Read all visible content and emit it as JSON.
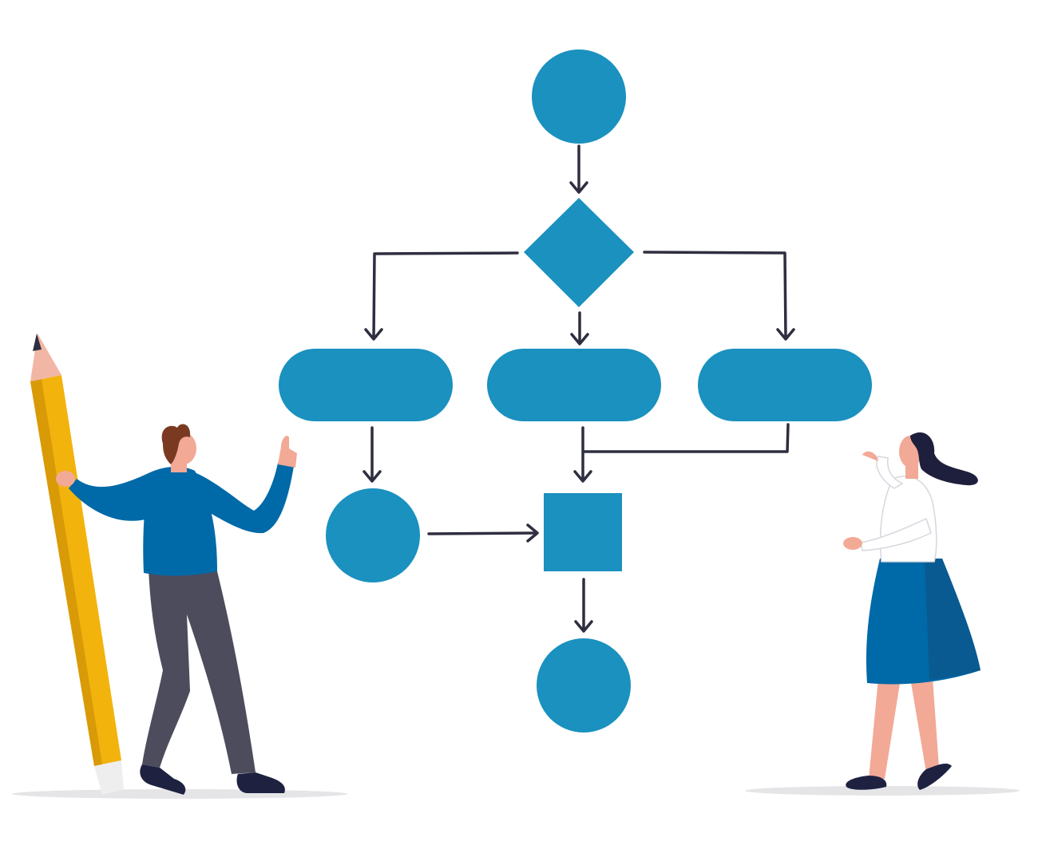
{
  "colors": {
    "node": "#1a91bf",
    "edge": "#2e2e40",
    "shadow": "#e5e5e8",
    "pencil_body": "#f2b30c",
    "pencil_shade": "#d99a08",
    "pencil_wood": "#f2b6a4",
    "pencil_lead": "#2e2e40",
    "pencil_eraser": "#eeeeee",
    "skin": "#f2a996",
    "man_hair": "#7a3a22",
    "man_shirt": "#0069a8",
    "man_pants": "#4d4c5c",
    "shoes": "#1e2240",
    "woman_hair": "#1e1f3d",
    "woman_blouse": "#ffffff",
    "woman_skirt": "#0069a8",
    "woman_skirt_shade": "#095a91"
  },
  "flowchart": {
    "nodes": [
      {
        "id": "start",
        "shape": "circle"
      },
      {
        "id": "decision",
        "shape": "diamond"
      },
      {
        "id": "process-left",
        "shape": "pill"
      },
      {
        "id": "process-middle",
        "shape": "pill"
      },
      {
        "id": "process-right",
        "shape": "pill"
      },
      {
        "id": "connector-left",
        "shape": "circle"
      },
      {
        "id": "merge",
        "shape": "square"
      },
      {
        "id": "end",
        "shape": "circle"
      }
    ],
    "edges": [
      {
        "from": "start",
        "to": "decision"
      },
      {
        "from": "decision",
        "to": "process-left"
      },
      {
        "from": "decision",
        "to": "process-middle"
      },
      {
        "from": "decision",
        "to": "process-right"
      },
      {
        "from": "process-left",
        "to": "connector-left"
      },
      {
        "from": "process-middle",
        "to": "merge"
      },
      {
        "from": "process-right",
        "to": "merge"
      },
      {
        "from": "connector-left",
        "to": "merge"
      },
      {
        "from": "merge",
        "to": "end"
      }
    ]
  },
  "figures": [
    {
      "id": "man-with-pencil",
      "icon": "man-pointing-up"
    },
    {
      "id": "woman",
      "icon": "woman-gesturing"
    }
  ]
}
